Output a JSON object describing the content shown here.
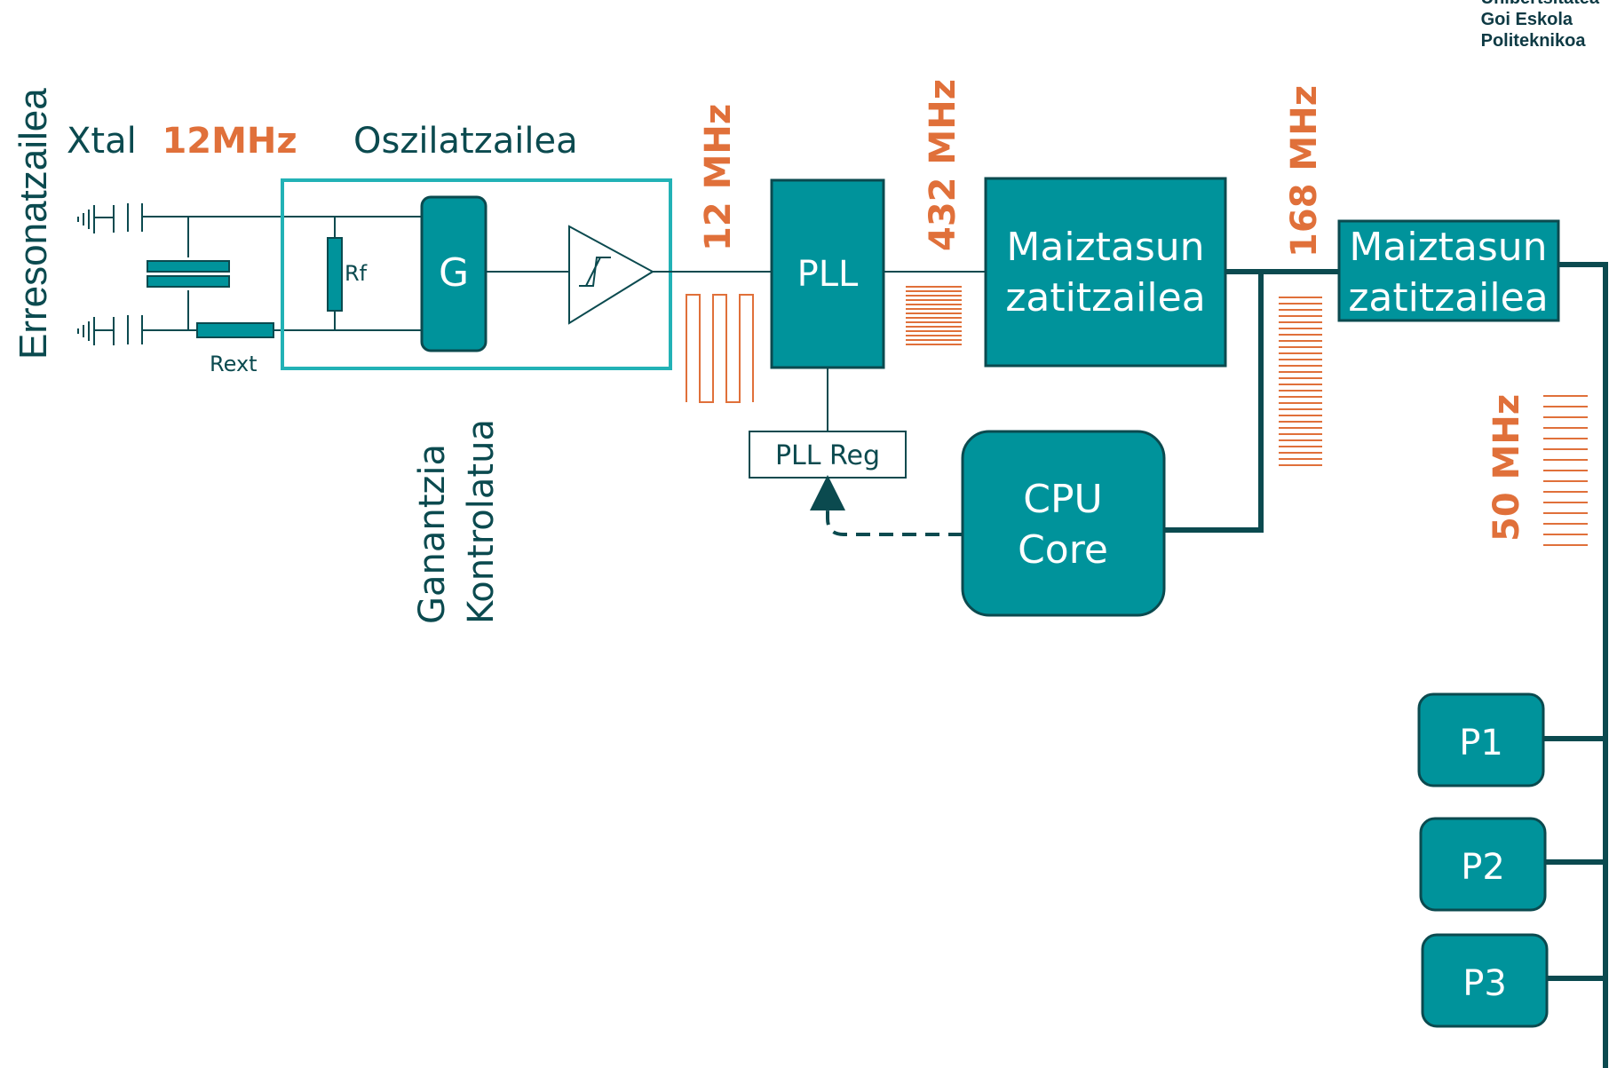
{
  "logo": {
    "line0": "Unibertsitatea",
    "line1": "Goi Eskola",
    "line2": "Politeknikoa"
  },
  "labels": {
    "resonator": "Erresonatzailea",
    "xtal": "Xtal",
    "xtal_freq": "12MHz",
    "oscillator": "Oszilatzailea",
    "rf": "Rf",
    "rext": "Rext",
    "gain_block": "G",
    "controlled_gain_line1": "Ganantzia",
    "controlled_gain_line2": "Kontrolatua",
    "freq_12": "12 MHz",
    "pll": "PLL",
    "pll_reg": "PLL Reg",
    "freq_432": "432 MHz",
    "divider1_line1": "Maiztasun",
    "divider1_line2": "zatitzailea",
    "freq_168": "168 MHz",
    "divider2_line1": "Maiztasun",
    "divider2_line2": "zatitzailea",
    "cpu_line1": "CPU",
    "cpu_line2": "Core",
    "freq_50": "50 MHz",
    "p1": "P1",
    "p2": "P2",
    "p3": "P3"
  },
  "colors": {
    "teal": "#00939b",
    "teal_dark": "#0e3a44",
    "dark_green": "#0b4a4f",
    "orange": "#e0703a",
    "outline_teal": "#22b2b6"
  }
}
